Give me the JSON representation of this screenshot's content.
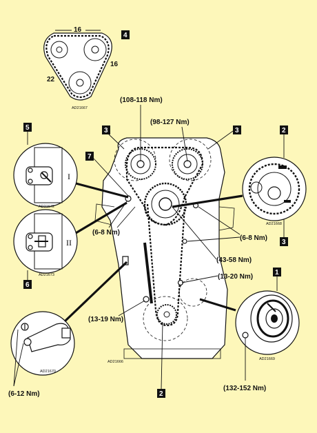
{
  "colors": {
    "background": "#fdf7ba",
    "ink": "#111111",
    "tag_fill": "#111111",
    "tag_text": "#ffffff"
  },
  "tags": {
    "t1": "1",
    "t2a": "2",
    "t2b": "2",
    "t3a": "3",
    "t3b": "3",
    "t3c": "3",
    "t4": "4",
    "t5": "5",
    "t6": "6",
    "t7": "7"
  },
  "torques": {
    "cam_left": "(108-118 Nm)",
    "cam_right": "(98-127 Nm)",
    "tensioner_left": "(6-8 Nm)",
    "guide_right": "(6-8 Nm)",
    "idler": "(43-58 Nm)",
    "guide_lower_right": "(13-20 Nm)",
    "guide_lower_left": "(13-19 Nm)",
    "pulley": "(132-152 Nm)",
    "sensor": "(6-12 Nm)"
  },
  "chain_counts": {
    "top": "16",
    "right": "16",
    "left": "22"
  },
  "roman": {
    "upper": "I",
    "lower": "II"
  },
  "codes": {
    "inset4": "AD21667",
    "inset5": "AD21672",
    "inset6": "AD21673",
    "inset2": "AD21668",
    "inset1": "AD21669",
    "sensor": "AD21670",
    "main": "AD21666"
  }
}
